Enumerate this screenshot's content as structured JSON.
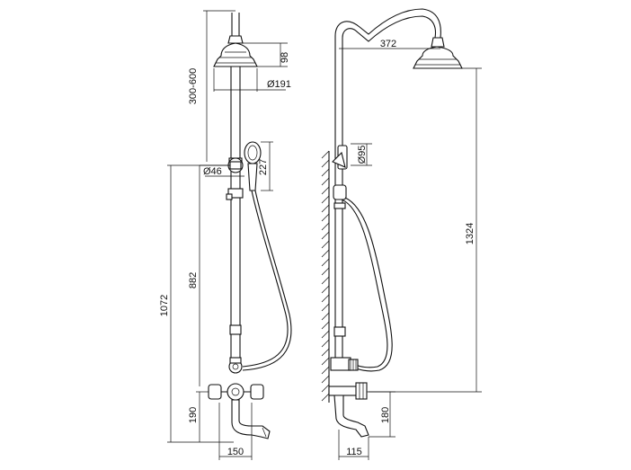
{
  "dimensions": {
    "head_height": "98",
    "head_diameter": "Ø191",
    "adjust_range": "300-600",
    "holder_diameter": "Ø46",
    "handshower_length": "227",
    "bar_height": "882",
    "total_height": "1072",
    "spout_height": "190",
    "mixer_width": "150",
    "arm_reach": "372",
    "side_diameter": "Ø95",
    "side_height": "1324",
    "wall_height": "180",
    "wall_depth": "115"
  }
}
